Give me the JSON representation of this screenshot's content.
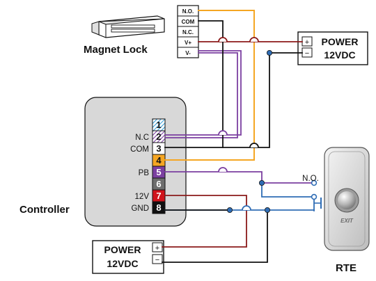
{
  "magnet_lock": {
    "label": "Magnet Lock",
    "terminals": [
      "N.O.",
      "COM",
      "N.C.",
      "V+",
      "V-"
    ]
  },
  "power_top": {
    "line1": "POWER",
    "line2": "12VDC",
    "plus": "+",
    "minus": "−"
  },
  "power_bottom": {
    "line1": "POWER",
    "line2": "12VDC",
    "plus": "+",
    "minus": "−"
  },
  "controller": {
    "label": "Controller",
    "pin_labels": [
      "",
      "N.C",
      "COM",
      "",
      "PB",
      "",
      "12V",
      "GND"
    ],
    "pin_numbers": [
      "1",
      "2",
      "3",
      "4",
      "5",
      "6",
      "7",
      "8"
    ]
  },
  "rte": {
    "label": "RTE",
    "button_text": "EXIT",
    "switch_label": "N.O."
  },
  "colors": {
    "orange": "#f5a623",
    "purple": "#7b3fa0",
    "dark_red": "#8b1a1a",
    "blue": "#2f6db5",
    "black": "#111111",
    "pin_gray": "#6e6e6e",
    "pin_red": "#d0141b",
    "pin_cyan": "#3aa0d8",
    "controller_fill": "#d8d8d8"
  }
}
